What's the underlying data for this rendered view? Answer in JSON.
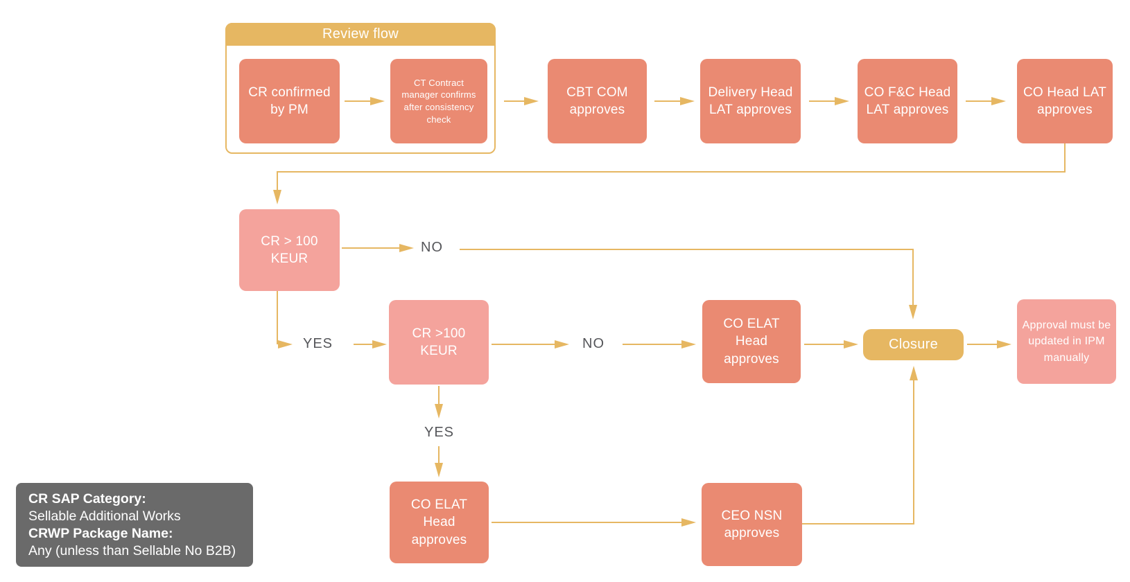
{
  "diagram": {
    "review_group": {
      "title": "Review flow"
    },
    "nodes": {
      "cr_confirmed": "CR confirmed by PM",
      "ct_contract": "CT Contract manager confirms after consistency check",
      "cbt_com": "CBT COM approves",
      "delivery_head": "Delivery Head LAT approves",
      "co_fc_head": "CO F&C Head LAT approves",
      "co_head": "CO Head LAT approves",
      "cr_over_100_first": "CR > 100 KEUR",
      "cr_over_100_second": "CR >100 KEUR",
      "co_elat_mid": "CO ELAT Head approves",
      "closure": "Closure",
      "ipm_note": "Approval must be updated in IPM manually",
      "co_elat_bottom": "CO ELAT Head approves",
      "ceo_nsn": "CEO NSN approves"
    },
    "labels": {
      "no_1": "NO",
      "yes_1": "YES",
      "no_2": "NO",
      "yes_2": "YES"
    },
    "info_box": {
      "line1_title": "CR SAP Category:",
      "line1_value": "Sellable Additional Works",
      "line2_title": "CRWP Package Name:",
      "line2_value": "Any (unless than Sellable No B2B)"
    },
    "colors": {
      "coral": "#EA8A72",
      "coral_light": "#F4A39C",
      "gold": "#E6B762",
      "info_gray": "#6A6A6A",
      "label_text": "#55565A"
    }
  }
}
